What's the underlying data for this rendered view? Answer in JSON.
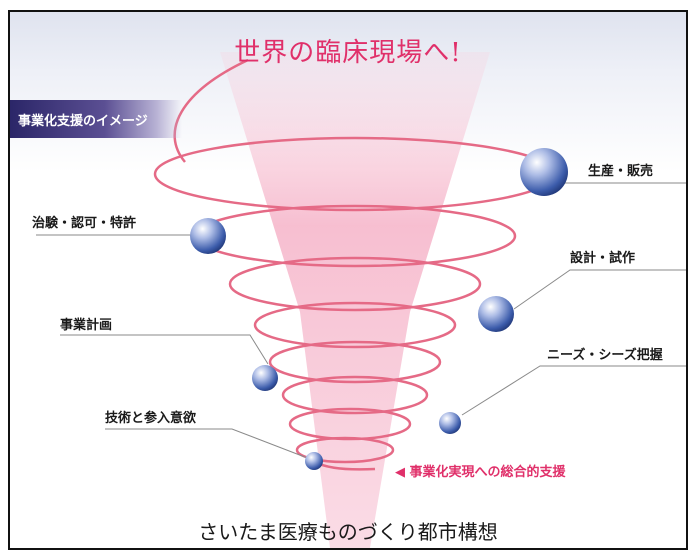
{
  "title": "世界の臨床現場へ!",
  "banner": "事業化支援のイメージ",
  "stages": {
    "production_sales": "生産・販売",
    "clinical_trial": "治験・認可・特許",
    "design_prototype": "設計・試作",
    "business_plan": "事業計画",
    "needs_seeds": "ニーズ・シーズ把握",
    "tech_participation": "技術と参入意欲"
  },
  "support": "◀ 事業化実現への総合的支援",
  "bottom_title": "さいたま医療ものづくり都市構想",
  "colors": {
    "accent": "#e0306a",
    "spiral": "#e56a86",
    "cone": "#f7c4d5",
    "banner": "#2b2668",
    "sphere": "#3c5cab"
  }
}
